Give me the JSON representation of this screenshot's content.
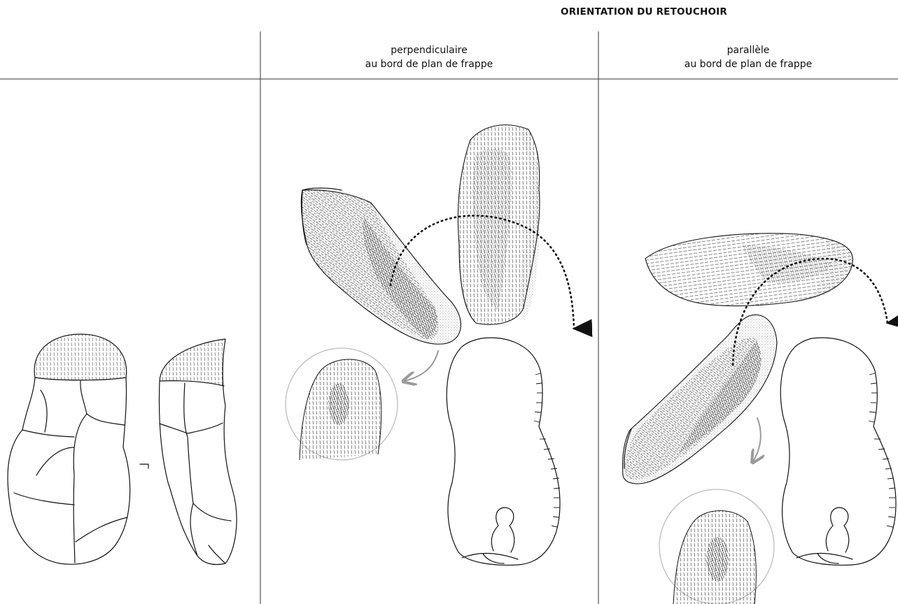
{
  "title": "ORIENTATION DU RETOUCHOIR",
  "columns": [
    {
      "line1": "perpendiculaire",
      "line2": "au bord de plan de frappe"
    },
    {
      "line1": "parallèle",
      "line2": "au bord de plan de frappe"
    }
  ],
  "colors": {
    "ink": "#111111",
    "rule": "#333333",
    "arrow_grey": "#9a9a9a"
  }
}
